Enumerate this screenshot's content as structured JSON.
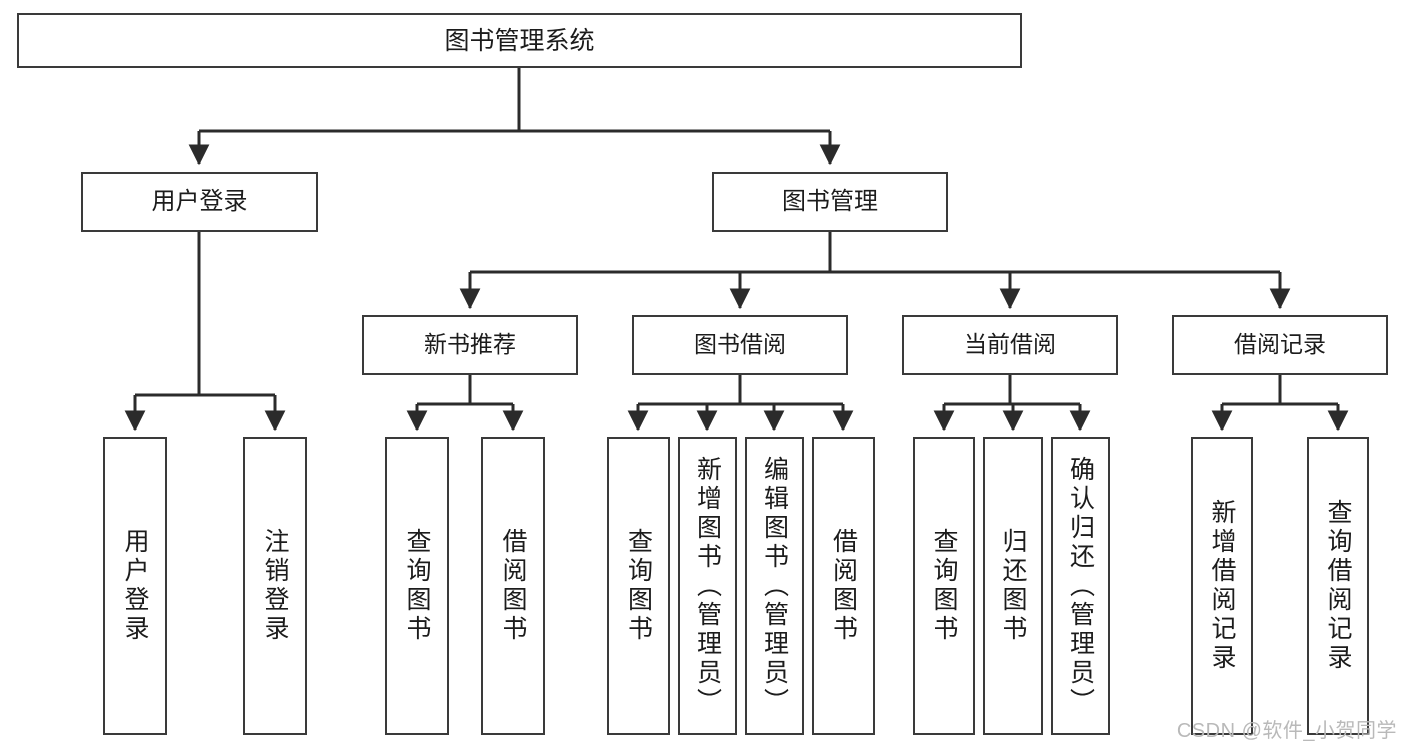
{
  "diagram": {
    "title": "图书管理系统",
    "type": "functional-decomposition-tree",
    "watermark": "CSDN @软件_小贺同学",
    "colors": {
      "box_border": "#3a3a3a",
      "box_fill": "#ffffff",
      "connector": "#2b2b2b",
      "text": "#1c1c1c",
      "watermark": "#b9b9b9"
    },
    "nodes": {
      "root": {
        "label": "图书管理系统"
      },
      "level1": [
        {
          "label": "用户登录"
        },
        {
          "label": "图书管理"
        }
      ],
      "level2": [
        {
          "label": "新书推荐"
        },
        {
          "label": "图书借阅"
        },
        {
          "label": "当前借阅"
        },
        {
          "label": "借阅记录"
        }
      ],
      "leaves_user_login": [
        {
          "label": "用户登录"
        },
        {
          "label": "注销登录"
        }
      ],
      "leaves_new_book": [
        {
          "label": "查询图书"
        },
        {
          "label": "借阅图书"
        }
      ],
      "leaves_borrow": [
        {
          "label": "查询图书"
        },
        {
          "label": "新增图书（管理员）"
        },
        {
          "label": "编辑图书（管理员）"
        },
        {
          "label": "借阅图书"
        }
      ],
      "leaves_current": [
        {
          "label": "查询图书"
        },
        {
          "label": "归还图书"
        },
        {
          "label": "确认归还（管理员）"
        }
      ],
      "leaves_records": [
        {
          "label": "新增借阅记录"
        },
        {
          "label": "查询借阅记录"
        }
      ]
    }
  }
}
